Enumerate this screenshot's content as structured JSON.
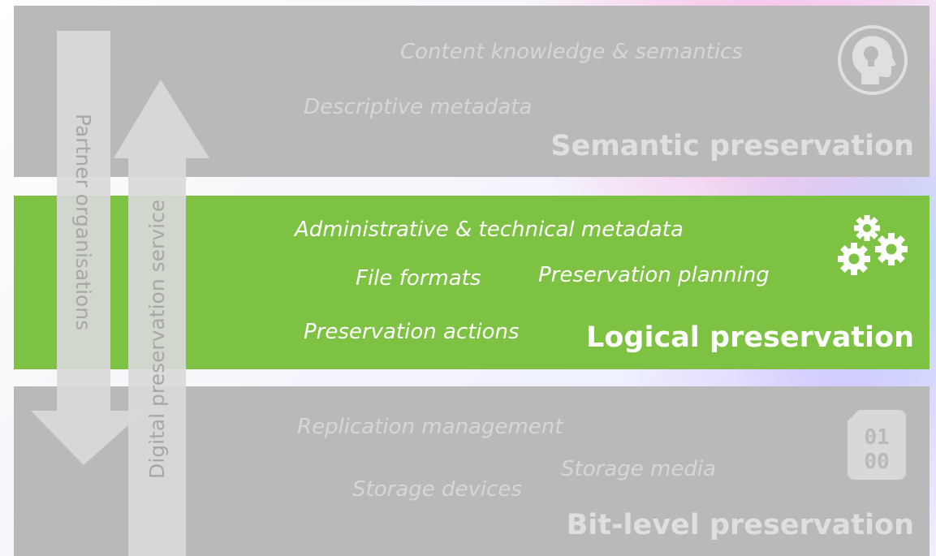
{
  "semantic": {
    "items": [
      "Content knowledge & semantics",
      "Descriptive metadata"
    ],
    "title": "Semantic preservation"
  },
  "logical": {
    "items": [
      "Administrative & technical metadata",
      "File formats",
      "Preservation planning",
      "Preservation actions"
    ],
    "title": "Logical preservation"
  },
  "bit": {
    "items": [
      "Replication management",
      "Storage media",
      "Storage devices"
    ],
    "title": "Bit-level preservation"
  },
  "arrows": {
    "down_label": "Partner organisations",
    "up_label": "Digital preservation service"
  },
  "icons": {
    "semantic": "head-lightbulb-icon",
    "logical": "gears-icon",
    "bit": "binary-file-icon",
    "binary_digits": [
      "01",
      "00"
    ]
  },
  "colors": {
    "band_gray": "#b9b9b9",
    "band_green": "#7dc242",
    "arrow": "#d9d9d9",
    "arrow_text": "#a7a7a7"
  }
}
